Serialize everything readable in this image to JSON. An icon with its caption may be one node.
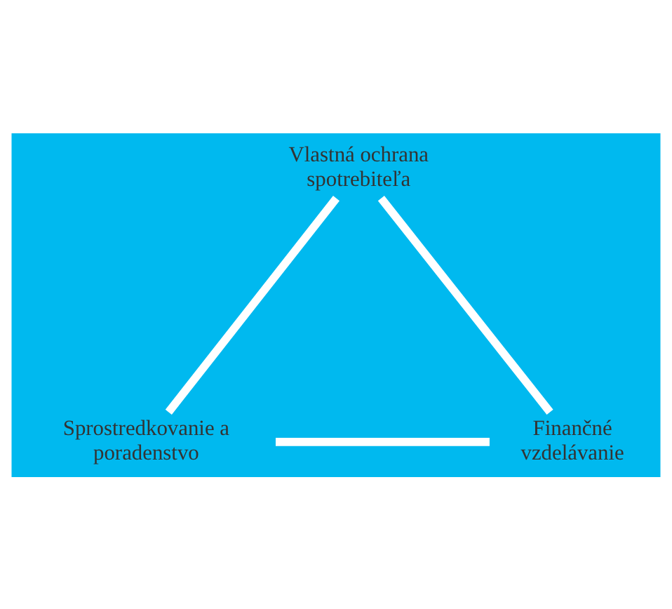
{
  "diagram": {
    "nodes": [
      {
        "text": [
          "Vlastná ochrana spotrebiteľa"
        ]
      },
      {
        "text": [
          "Sprostredkovanie a poradenstvo"
        ]
      },
      {
        "text": [
          "Finančné vzdelávanie"
        ]
      }
    ],
    "edges": [
      {
        "from": 0,
        "to": 1,
        "arrow": "none"
      },
      {
        "from": 1,
        "to": 2,
        "arrow": "none"
      },
      {
        "from": 2,
        "to": 0,
        "arrow": "none"
      }
    ]
  }
}
